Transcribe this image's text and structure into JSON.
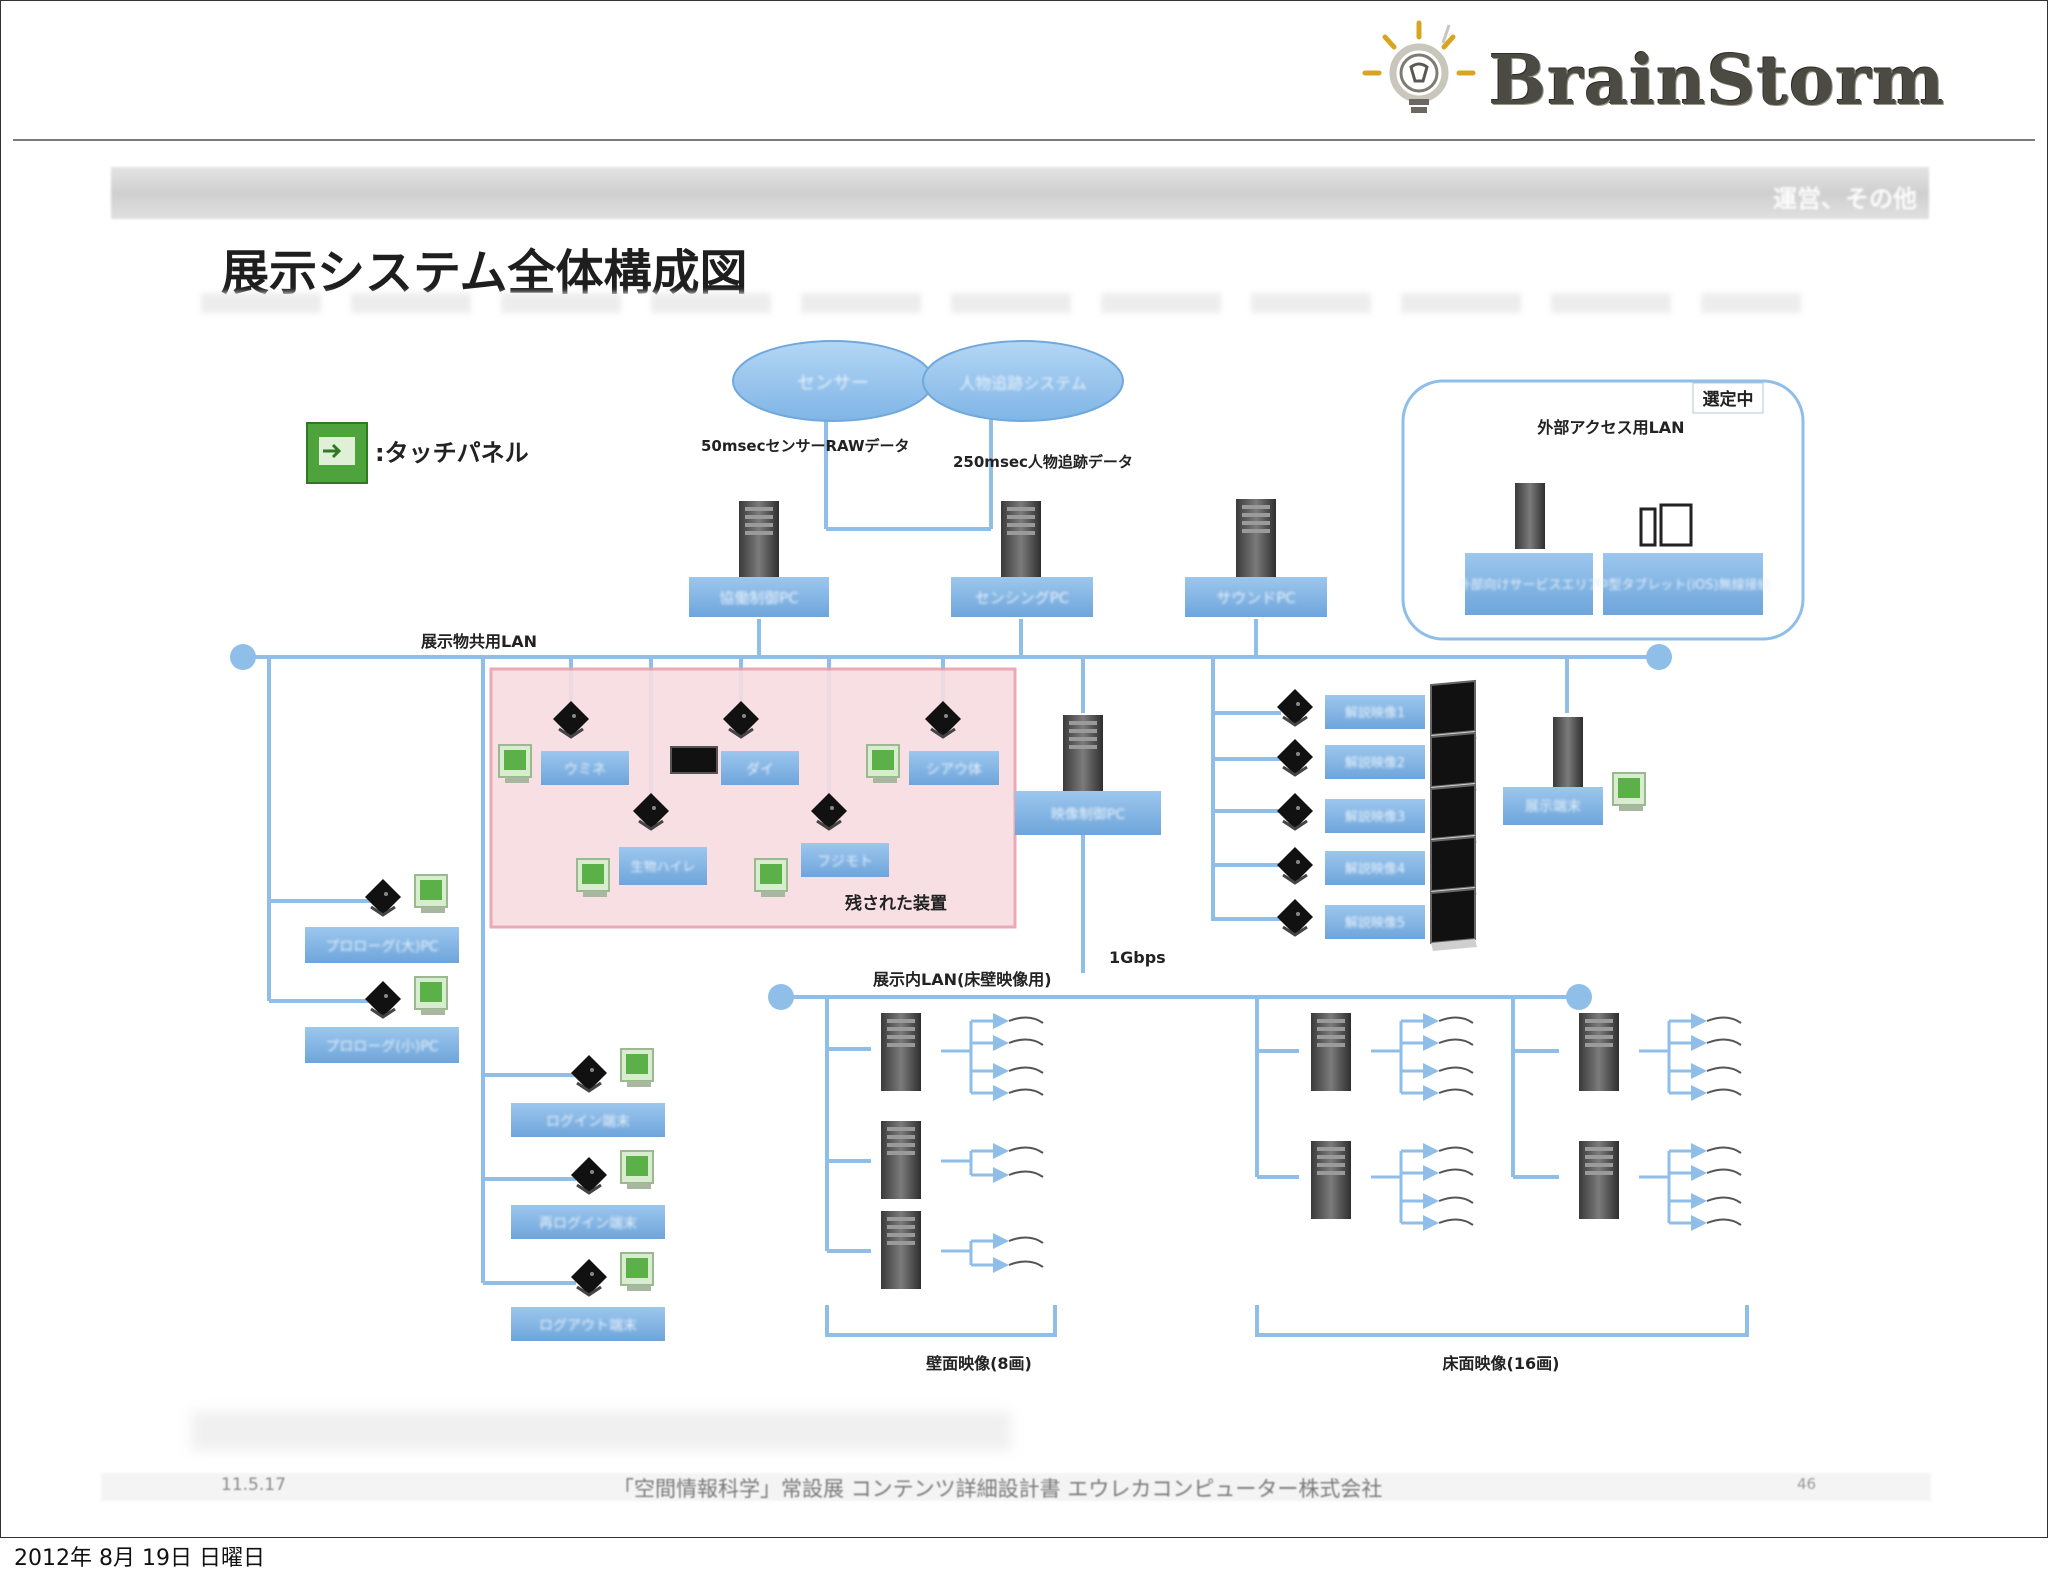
{
  "brand": {
    "logo_text": "BrainStorm"
  },
  "slide": {
    "section_tag": "運営、その他",
    "title": "展示システム全体構成図",
    "footer_left": "11.5.17",
    "footer_center": "「空間情報科学」常設展 コンテンツ詳細設計書 エウレカコンピューター株式会社",
    "footer_right": "46"
  },
  "diagram": {
    "legend": ":タッチパネル",
    "clouds": [
      "センサー",
      "人物追跡システム"
    ],
    "flows": [
      "50msecセンサーRAWデータ",
      "250msec人物追跡データ"
    ],
    "servers_top": [
      "協働制御PC",
      "センシングPC",
      "サウンドPC"
    ],
    "external": {
      "badge": "選定中",
      "lan_label": "外部アクセス用LAN",
      "boxes": [
        "外部向けサービスエリア",
        "中型タブレット(iOS)無線接続"
      ]
    },
    "lan_main": "展示物共用LAN",
    "red_zone": {
      "label": "残された装置",
      "boxes": [
        "ウミネ",
        "ダイ",
        "シアウ体",
        "生物ハイレ",
        "フジモト"
      ]
    },
    "video_pc": "映像制御PC",
    "left_stations": [
      "プロローグ(大)PC",
      "プロローグ(小)PC"
    ],
    "login_stations": [
      "ログイン端末",
      "再ログイン端末",
      "ログアウト端末"
    ],
    "right_displays": [
      "解説映像1",
      "解説映像2",
      "解説映像3",
      "解説映像4",
      "解説映像5"
    ],
    "rightmost": "展示端末",
    "link_speed": "1Gbps",
    "lan_inner": "展示内LAN(床壁映像用)",
    "group_labels": [
      "壁面映像(8画)",
      "床面映像(16画)"
    ]
  },
  "date_stamp": "2012年 8月 19日 日曜日"
}
